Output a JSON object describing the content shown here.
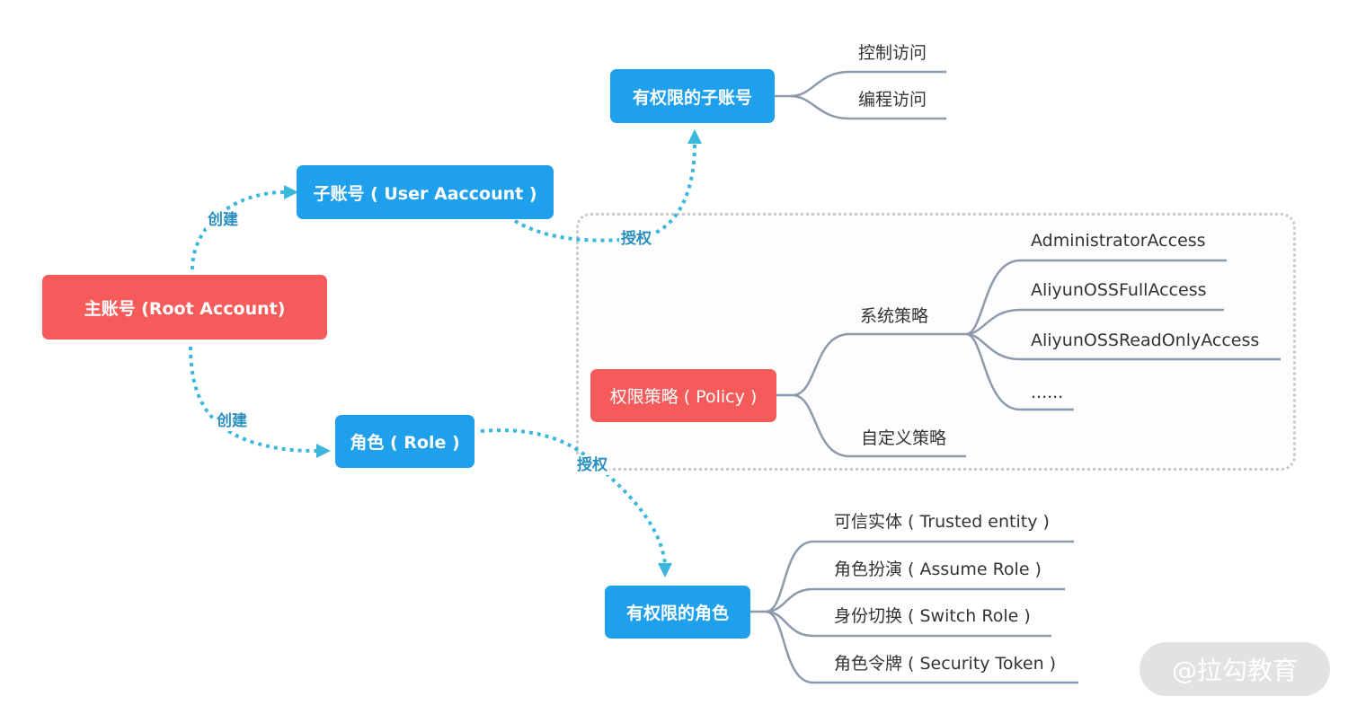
{
  "colors": {
    "blue_node": "#1FA0EC",
    "red_node": "#F65B5B",
    "arrow": "#3BB7DC",
    "edge_label": "#2A8FBF",
    "branch_line": "#8C9AAC",
    "text": "#333333"
  },
  "root": {
    "label": "主账号 (Root Account)"
  },
  "user_account": {
    "label": "子账号 ( User Aaccount )"
  },
  "role": {
    "label": "角色 ( Role )"
  },
  "authorized_user": {
    "label": "有权限的子账号",
    "branches": [
      "控制访问",
      "编程访问"
    ]
  },
  "policy": {
    "label": "权限策略 ( Policy )",
    "system": {
      "label": "系统策略",
      "children": [
        "AdministratorAccess",
        "AliyunOSSFullAccess",
        "AliyunOSSReadOnlyAccess",
        "......"
      ]
    },
    "custom": {
      "label": "自定义策略"
    }
  },
  "authorized_role": {
    "label": "有权限的角色",
    "branches": [
      "可信实体 ( Trusted entity )",
      "角色扮演 ( Assume Role )",
      "身份切换 ( Switch Role )",
      "角色令牌 ( Security Token )"
    ]
  },
  "edges": {
    "create_user": "创建",
    "create_role": "创建",
    "grant_user": "授权",
    "grant_role": "授权"
  },
  "watermark": "@拉勾教育"
}
